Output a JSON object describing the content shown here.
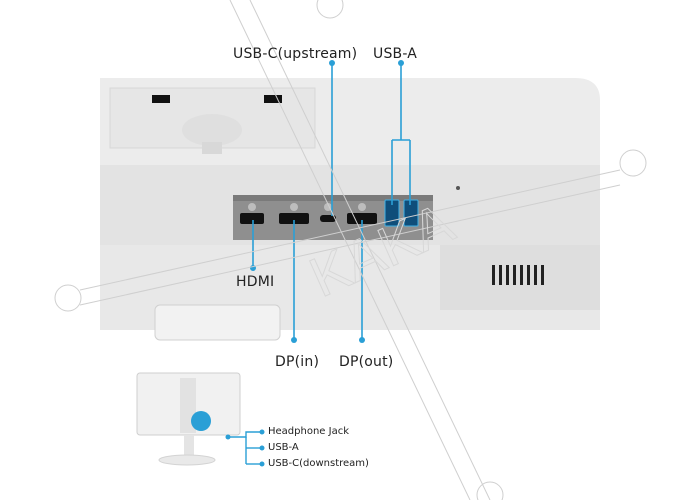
{
  "labels": {
    "usb_c_upstream": "USB-C(upstream)",
    "usb_a_top": "USB-A",
    "hdmi": "HDMI",
    "dp_in": "DP(in)",
    "dp_out": "DP(out)"
  },
  "side_labels": {
    "headphone_jack": "Headphone Jack",
    "usb_a": "USB-A",
    "usb_c_downstream": "USB-C(downstream)"
  },
  "watermark": "KAKA",
  "colors": {
    "callout_blue": "#2a9fd6",
    "monitor_white": "#ececec",
    "port_panel": "#8f8f8f"
  }
}
